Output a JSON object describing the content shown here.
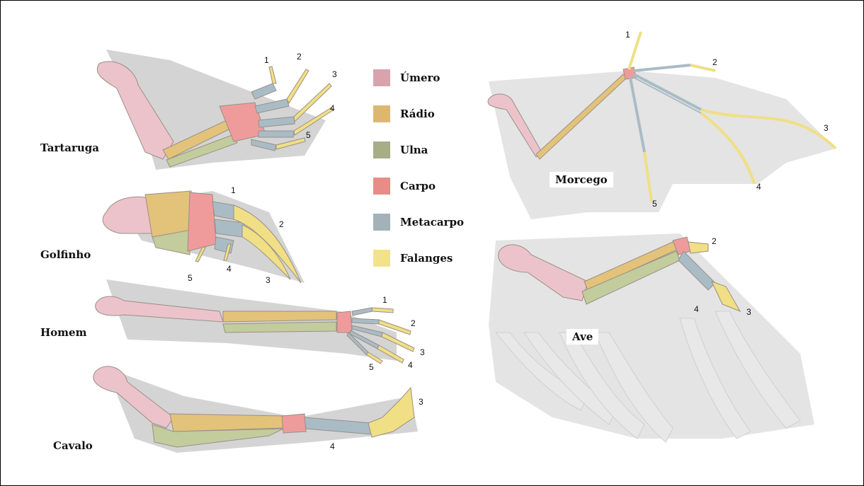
{
  "colors": {
    "humerus": "#ecc3cb",
    "radius": "#e3c27a",
    "ulna": "#c3cc9c",
    "carpal": "#ef9b9b",
    "metacarpal": "#a9bcc6",
    "phalanges": "#f0df84",
    "shadow": "#d4d4d4",
    "wing": "#e4e4e4",
    "outline": "#9a8f86"
  },
  "legend": [
    {
      "label": "Úmero",
      "color": "#d9a3ad"
    },
    {
      "label": "Rádio",
      "color": "#ddb771"
    },
    {
      "label": "Ulna",
      "color": "#a7ad86"
    },
    {
      "label": "Carpo",
      "color": "#e58d86"
    },
    {
      "label": "Metacarpo",
      "color": "#a3b1b9"
    },
    {
      "label": "Falanges",
      "color": "#f2e38a"
    }
  ],
  "animals": {
    "tartaruga": {
      "name": "Tartaruga",
      "digits": [
        "1",
        "2",
        "3",
        "4",
        "5"
      ]
    },
    "golfinho": {
      "name": "Golfinho",
      "digits": [
        "1",
        "2",
        "3",
        "4",
        "5"
      ]
    },
    "homem": {
      "name": "Homem",
      "digits": [
        "1",
        "2",
        "3",
        "4",
        "5"
      ]
    },
    "cavalo": {
      "name": "Cavalo",
      "digits": [
        "3",
        "4"
      ]
    },
    "morcego": {
      "name": "Morcego",
      "digits": [
        "1",
        "2",
        "3",
        "4",
        "5"
      ]
    },
    "ave": {
      "name": "Ave",
      "digits": [
        "2",
        "3",
        "4"
      ]
    }
  }
}
